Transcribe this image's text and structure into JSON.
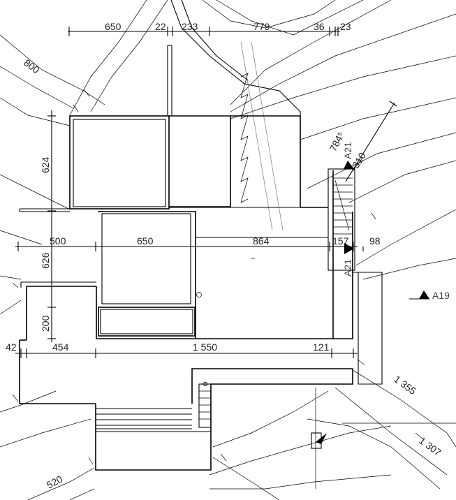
{
  "dimensions": {
    "top_row": [
      "650",
      "22",
      "233",
      "779",
      "36",
      "23"
    ],
    "contour_800": "800",
    "diag_784": "784⁵",
    "diag_310": "310",
    "v_624": "624",
    "v_626": "626",
    "v_200": "200",
    "mid_row": [
      "500",
      "650",
      "864",
      "157",
      "98"
    ],
    "bottom_row": [
      "42",
      "454",
      "1 550",
      "121"
    ],
    "contour_1355": "1 355",
    "contour_1307": "1 307",
    "contour_520": "520"
  },
  "section_labels": {
    "a21_top": "A21",
    "a21_bottom": "A21",
    "a19": "A19"
  }
}
